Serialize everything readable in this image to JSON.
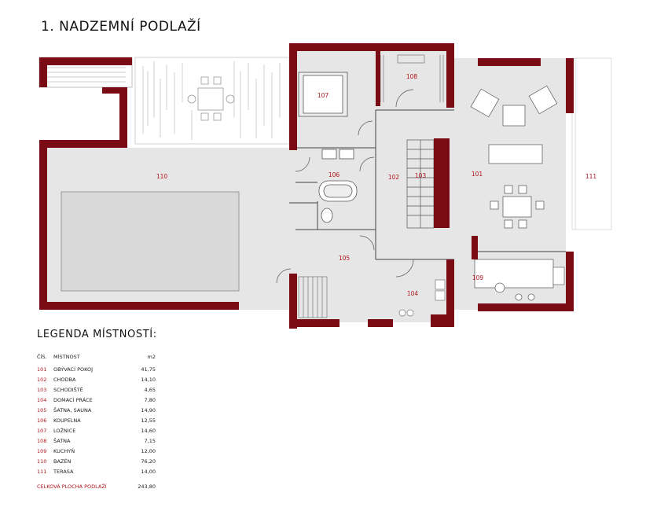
{
  "header": {
    "title": "1. NADZEMNÍ PODLAŽÍ"
  },
  "colors": {
    "wall": "#7a0a14",
    "floor": "#e6e6e6",
    "room_label": "#b0151b",
    "line": "#9a9a9a"
  },
  "plan": {
    "rooms": [
      {
        "id": "r101",
        "label": "101"
      },
      {
        "id": "r102",
        "label": "102"
      },
      {
        "id": "r103",
        "label": "103"
      },
      {
        "id": "r104",
        "label": "104"
      },
      {
        "id": "r105",
        "label": "105"
      },
      {
        "id": "r106",
        "label": "106"
      },
      {
        "id": "r107",
        "label": "107"
      },
      {
        "id": "r108",
        "label": "108"
      },
      {
        "id": "r109",
        "label": "109"
      },
      {
        "id": "r110",
        "label": "110"
      },
      {
        "id": "r111",
        "label": "111"
      }
    ]
  },
  "legend": {
    "title": "LEGENDA MÍSTNOSTÍ:",
    "headers": {
      "number": "ČÍS.",
      "room": "MÍSTNOST",
      "area": "m2"
    },
    "rows": [
      {
        "number": "101",
        "room": "OBÝVACÍ POKOJ",
        "area": "41,75"
      },
      {
        "number": "102",
        "room": "CHODBA",
        "area": "14,10"
      },
      {
        "number": "103",
        "room": "SCHODIŠTĚ",
        "area": "4,65"
      },
      {
        "number": "104",
        "room": "DOMACÍ PRÁCE",
        "area": "7,80"
      },
      {
        "number": "105",
        "room": "ŠATNA, SAUNA",
        "area": "14,90"
      },
      {
        "number": "106",
        "room": "KOUPELNA",
        "area": "12,55"
      },
      {
        "number": "107",
        "room": "LOŽNICE",
        "area": "14,60"
      },
      {
        "number": "108",
        "room": "ŠATNA",
        "area": "7,15"
      },
      {
        "number": "109",
        "room": "KUCHYŇ",
        "area": "12,00"
      },
      {
        "number": "110",
        "room": "BAZÉN",
        "area": "76,20"
      },
      {
        "number": "111",
        "room": "TERASA",
        "area": "14,00"
      }
    ],
    "total": {
      "label": "CELKOVÁ PLOCHA PODLAŽÍ",
      "area": "243,80"
    }
  }
}
